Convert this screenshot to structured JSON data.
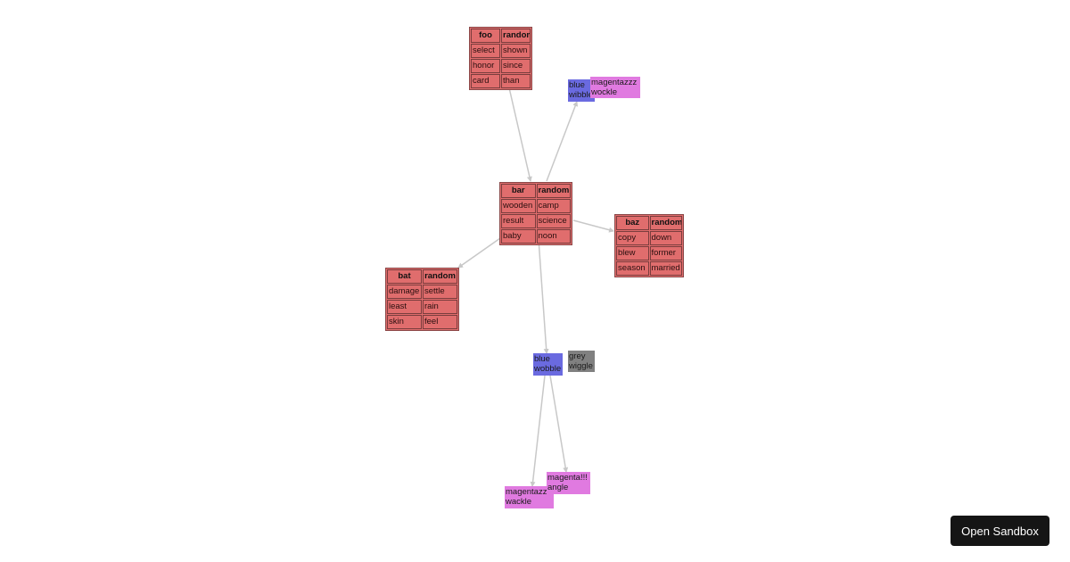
{
  "tables": {
    "foo": {
      "header": [
        "foo",
        "random"
      ],
      "rows": [
        [
          "select",
          "shown"
        ],
        [
          "honor",
          "since"
        ],
        [
          "card",
          "than"
        ]
      ]
    },
    "bar": {
      "header": [
        "bar",
        "random"
      ],
      "rows": [
        [
          "wooden",
          "camp"
        ],
        [
          "result",
          "science"
        ],
        [
          "baby",
          "noon"
        ]
      ]
    },
    "baz": {
      "header": [
        "baz",
        "random"
      ],
      "rows": [
        [
          "copy",
          "down"
        ],
        [
          "blew",
          "former"
        ],
        [
          "season",
          "married"
        ]
      ]
    },
    "bat": {
      "header": [
        "bat",
        "random"
      ],
      "rows": [
        [
          "damage",
          "settle"
        ],
        [
          "least",
          "rain"
        ],
        [
          "skin",
          "feel"
        ]
      ]
    }
  },
  "nodes": {
    "blue_top": {
      "line1": "blue",
      "line2": "wibble"
    },
    "magenta_top": {
      "line1": "magentazzz",
      "line2": "wockle"
    },
    "blue_mid": {
      "line1": "blue",
      "line2": "wobble"
    },
    "grey_mid": {
      "line1": "grey",
      "line2": "wiggle"
    },
    "magenta_bottom_left": {
      "line1": "magentazzz",
      "line2": "wackle"
    },
    "magenta_bottom_right": {
      "line1": "magenta!!!",
      "line2": "angle"
    }
  },
  "colors": {
    "table": "#e06d6d",
    "blue": "#6a6ae0",
    "magenta": "#e07ae0",
    "grey": "#808080",
    "edge": "#c8c8c8"
  },
  "sandbox_button": {
    "label": "Open Sandbox"
  }
}
